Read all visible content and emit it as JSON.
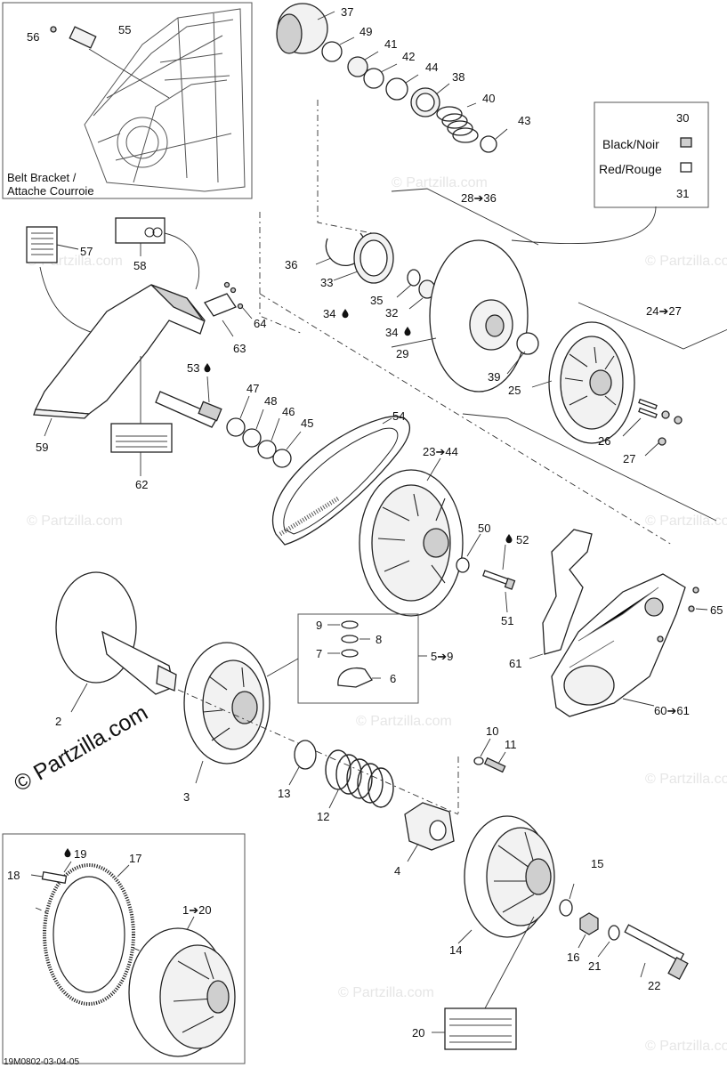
{
  "diagram": {
    "inset_note": [
      "Belt Bracket /",
      "Attache Courroie"
    ],
    "color_legend": [
      {
        "num": "30",
        "label": "Black/Noir"
      },
      {
        "num": "31",
        "label": "Red/Rouge"
      }
    ],
    "watermark_brand": "© Partzilla.com",
    "watermark_faint": "© Partzilla.com",
    "drawing_code": "19M0802-03-04-05",
    "callouts": {
      "c37": "37",
      "c49": "49",
      "c41": "41",
      "c42": "42",
      "c44": "44",
      "c38": "38",
      "c40": "40",
      "c43": "43",
      "c56": "56",
      "c55": "55",
      "c2836": "28➔36",
      "c36": "36",
      "c33": "33",
      "c35": "35",
      "c32": "32",
      "c34a": "34",
      "c34b": "34",
      "c29": "29",
      "c39": "39",
      "c2427": "24➔27",
      "c25": "25",
      "c26": "26",
      "c27": "27",
      "c57": "57",
      "c58": "58",
      "c64": "64",
      "c63": "63",
      "c59": "59",
      "c62": "62",
      "c53": "53",
      "c47": "47",
      "c48": "48",
      "c46": "46",
      "c45": "45",
      "c54": "54",
      "c2344": "23➔44",
      "c50": "50",
      "c52": "52",
      "c51": "51",
      "c65": "65",
      "c61": "61",
      "c6061": "60➔61",
      "c9": "9",
      "c8": "8",
      "c7": "7",
      "c59r": "5➔9",
      "c6": "6",
      "c2": "2",
      "c3": "3",
      "c13": "13",
      "c12": "12",
      "c10": "10",
      "c11": "11",
      "c4": "4",
      "c15": "15",
      "c14": "14",
      "c16": "16",
      "c21": "21",
      "c22": "22",
      "c20": "20",
      "c18": "18",
      "c19": "19",
      "c17": "17",
      "c120": "1➔20"
    }
  }
}
